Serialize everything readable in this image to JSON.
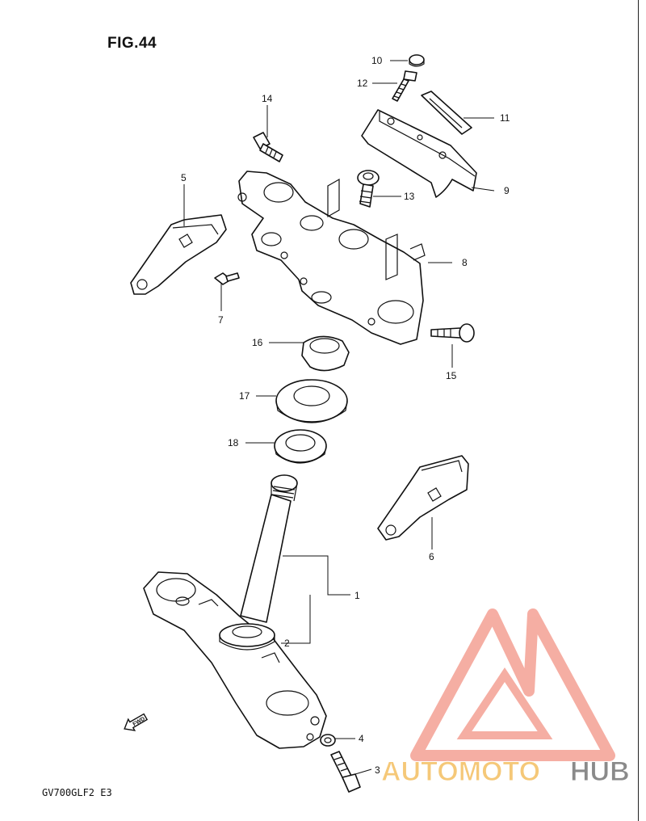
{
  "figure": {
    "title": "FIG.44",
    "model_code": "GV700GLF2  E3"
  },
  "callouts": [
    "1",
    "2",
    "3",
    "4",
    "5",
    "6",
    "7",
    "8",
    "9",
    "10",
    "11",
    "12",
    "13",
    "14",
    "15",
    "16",
    "17",
    "18"
  ],
  "fwd_label": "FWD",
  "watermark": {
    "part1": "AUTOMOTO",
    "part2": "HUB",
    "colors": {
      "primary": "#f4a094",
      "secondary": "#f5c878",
      "dark": "#8a8a8a"
    }
  }
}
